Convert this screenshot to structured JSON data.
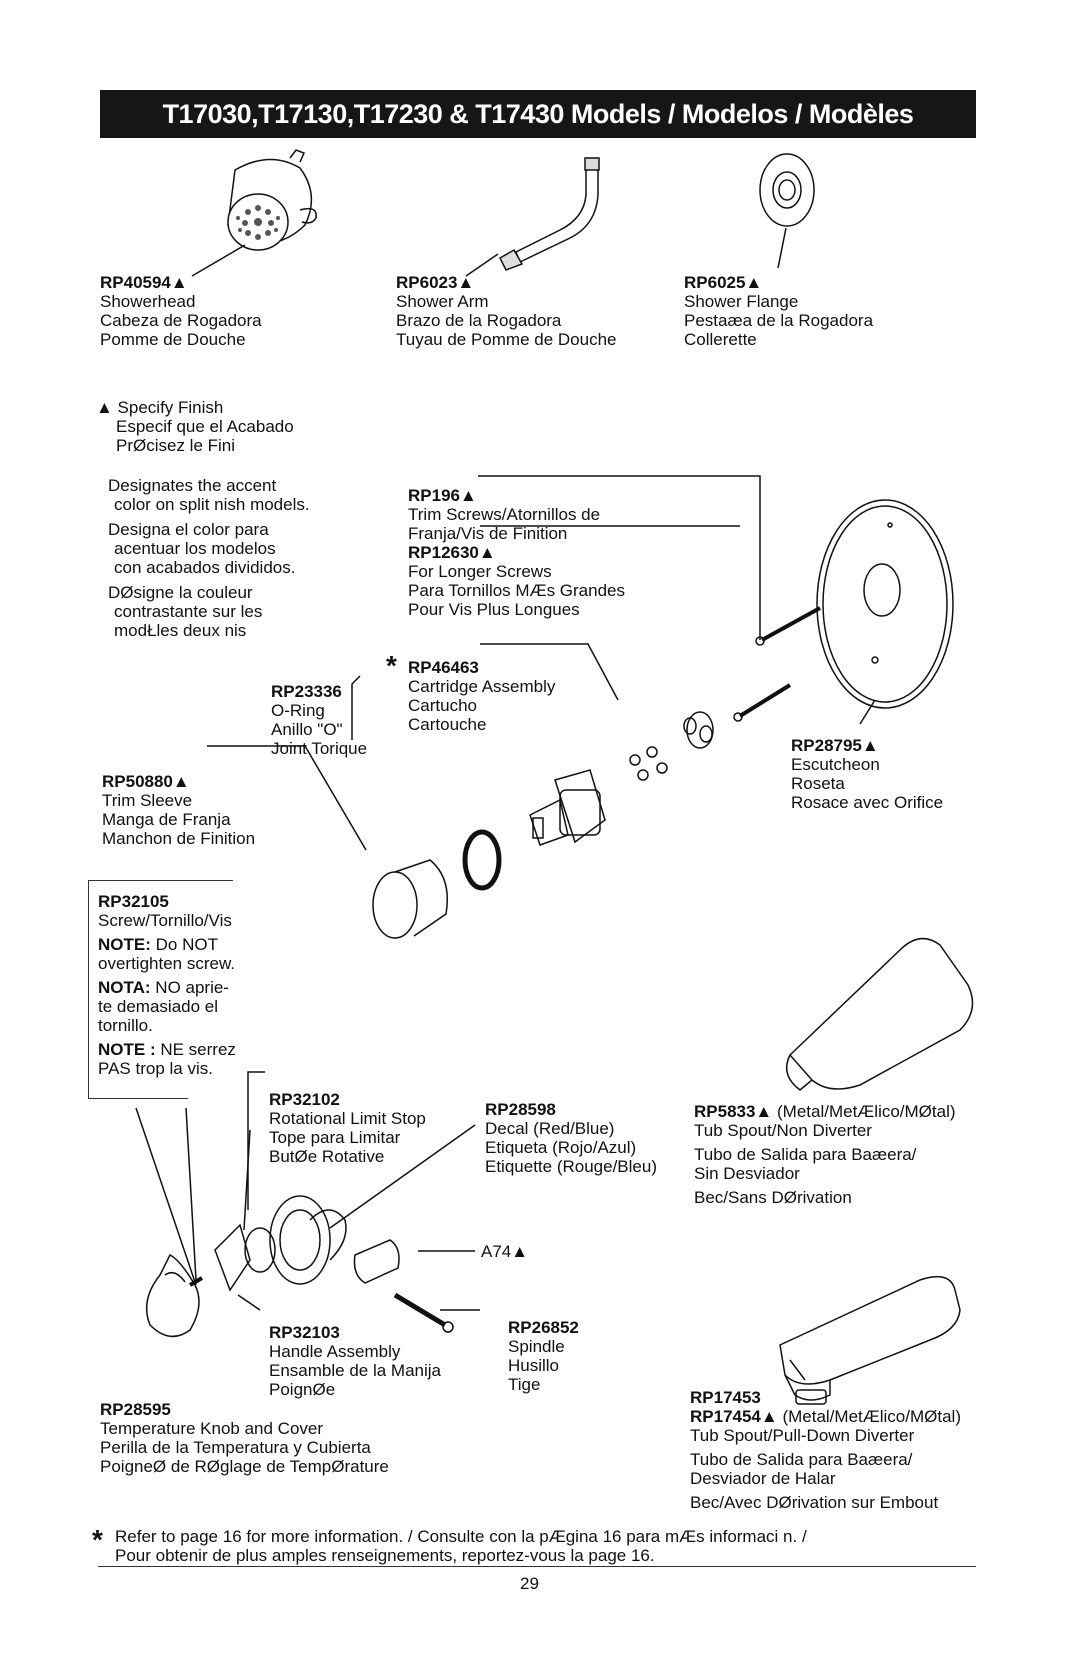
{
  "title": "T17030,T17130,T17230 & T17430 Models / Modelos / Modèles",
  "parts": {
    "showerhead": {
      "code": "RP40594▲",
      "lines": [
        "Showerhead",
        "Cabeza de Rogadora",
        "Pomme de Douche"
      ]
    },
    "shower_arm": {
      "code": "RP6023▲",
      "lines": [
        "Shower Arm",
        "Brazo de la Rogadora",
        "Tuyau de Pomme de Douche"
      ]
    },
    "shower_flange": {
      "code": "RP6025▲",
      "lines": [
        "Shower Flange",
        "Pestaæa de la Rogadora",
        "Collerette"
      ]
    },
    "trim_screws": {
      "code": "RP196▲",
      "lines": [
        "Trim Screws/Atornillos de",
        "Franja/Vis de Finition"
      ]
    },
    "longer_screws": {
      "code": "RP12630▲",
      "lines": [
        "For Longer Screws",
        "Para Tornillos MÆs Grandes",
        "Pour Vis Plus Longues"
      ]
    },
    "cartridge": {
      "code": "RP46463",
      "lines": [
        "Cartridge Assembly",
        "Cartucho",
        "Cartouche"
      ]
    },
    "oring": {
      "code": "RP23336",
      "lines": [
        "O-Ring",
        "Anillo \"O\"",
        "Joint Torique"
      ]
    },
    "trim_sleeve": {
      "code": "RP50880▲",
      "lines": [
        "Trim Sleeve",
        "Manga de Franja",
        "Manchon de Finition"
      ]
    },
    "escutcheon": {
      "code": "RP28795▲",
      "lines": [
        "Escutcheon",
        "Roseta",
        "Rosace avec Orifice"
      ]
    },
    "screw": {
      "code": "RP32105",
      "lines": [
        "Screw/Tornillo/Vis"
      ]
    },
    "limit_stop": {
      "code": "RP32102",
      "lines": [
        "Rotational Limit Stop",
        "Tope para Limitar",
        "ButØe Rotative"
      ]
    },
    "decal": {
      "code": "RP28598",
      "lines": [
        "Decal (Red/Blue)",
        "Etiqueta (Rojo/Azul)",
        "Etiquette (Rouge/Bleu)"
      ]
    },
    "tub_spout_nd": {
      "code": "RP5833▲",
      "code_suffix": "(Metal/MetÆlico/MØtal)",
      "lines": [
        "Tub Spout/Non Diverter",
        "Tubo de Salida para Baæera/",
        "Sin Desviador",
        "Bec/Sans DØrivation"
      ]
    },
    "a74": {
      "code": "A74▲"
    },
    "handle_assembly": {
      "code": "RP32103",
      "lines": [
        "Handle Assembly",
        "Ensamble de la Manija",
        "PoignØe"
      ]
    },
    "spindle": {
      "code": "RP26852",
      "lines": [
        "Spindle",
        "Husillo",
        "Tige"
      ]
    },
    "knob_cover": {
      "code": "RP28595",
      "lines": [
        "Temperature Knob and Cover",
        "Perilla de la Temperatura y Cubierta",
        "PoigneØ de RØglage de TempØrature"
      ]
    },
    "tub_spout_pd": {
      "code": "RP17453",
      "code2": "RP17454▲",
      "code2_suffix": "(Metal/MetÆlico/MØtal)",
      "lines": [
        "Tub Spout/Pull-Down Diverter",
        "Tubo de Salida para Baæera/",
        "Desviador de Halar",
        "Bec/Avec DØrivation sur Embout"
      ]
    }
  },
  "specify_finish": {
    "line1": "▲ Specify Finish",
    "line2": "Especif que el Acabado",
    "line3": "PrØcisez le Fini"
  },
  "accent_note": {
    "en": [
      "Designates the accent",
      "color on split  nish models."
    ],
    "es": [
      "Designa el color para",
      "acentuar los modelos",
      "con acabados divididos."
    ],
    "fr": [
      "DØsigne la couleur",
      "contrastante sur les",
      "modŁles   deux  nis"
    ]
  },
  "screw_note": {
    "en_bold": "NOTE:",
    "en": " Do NOT",
    "en2": "overtighten screw.",
    "es_bold": "NOTA:",
    "es": "  NO aprie-",
    "es2": "te demasiado el",
    "es3": "tornillo.",
    "fr_bold": "NOTE :",
    "fr": " NE serrez",
    "fr2": "PAS trop la vis."
  },
  "footer": {
    "star": "*",
    "line1": "Refer to page 16 for more information. / Consulte con la pÆgina 16 para mÆs informaci n. /",
    "line2": "Pour obtenir de plus amples renseignements, reportez-vous   la page 16."
  },
  "page_number": "29"
}
